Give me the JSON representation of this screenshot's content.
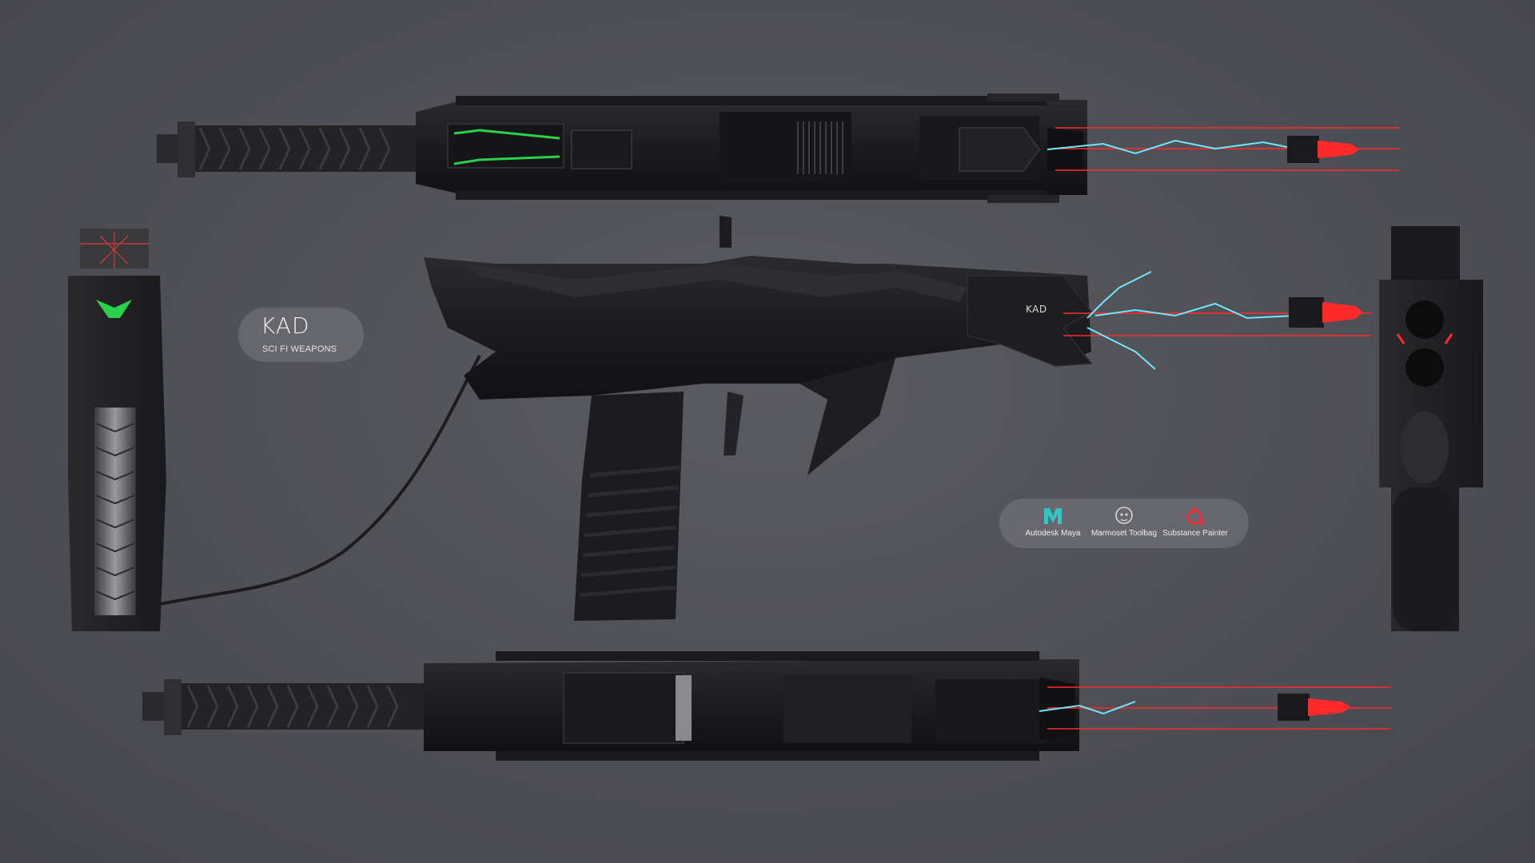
{
  "project": {
    "title": "KAD",
    "subtitle": "SCI FI WEAPONS"
  },
  "weapon_marking": "KAD",
  "software": [
    {
      "name": "Autodesk Maya",
      "icon": "maya-icon",
      "color": "#2fc7c1"
    },
    {
      "name": "Marmoset Toolbag",
      "icon": "marmoset-icon",
      "color": "#d8d8d8"
    },
    {
      "name": "Substance Painter",
      "icon": "substance-painter-icon",
      "color": "#e8313c"
    }
  ],
  "colors": {
    "background": "#505057",
    "weapon_body": "#1e1e20",
    "laser": "#ff2a2a",
    "lightning": "#6ee8ff",
    "accent_green": "#29d24a"
  }
}
